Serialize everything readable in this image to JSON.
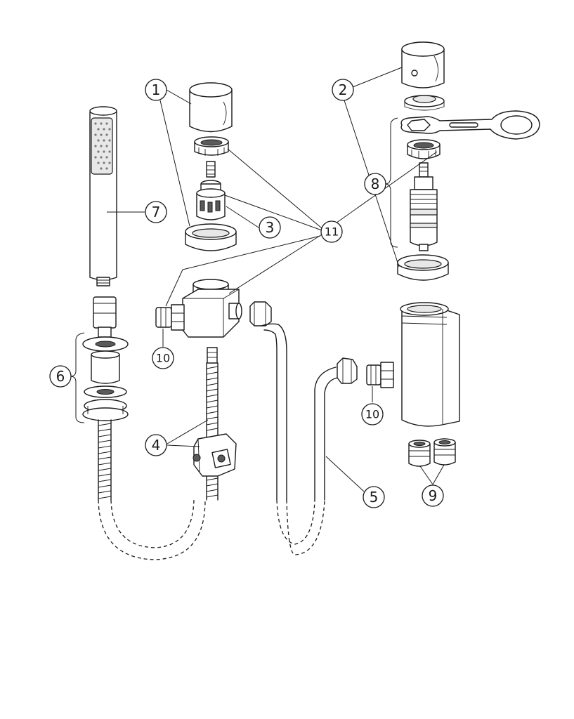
{
  "callouts": {
    "c1": "1",
    "c2": "2",
    "c3": "3",
    "c4": "4",
    "c5": "5",
    "c6": "6",
    "c7": "7",
    "c8": "8",
    "c9": "9",
    "c10a": "10",
    "c10b": "10",
    "c11": "11"
  },
  "colors": {
    "line": "#1a1a1a",
    "background": "#ffffff",
    "shade": "#e8e8e8"
  }
}
